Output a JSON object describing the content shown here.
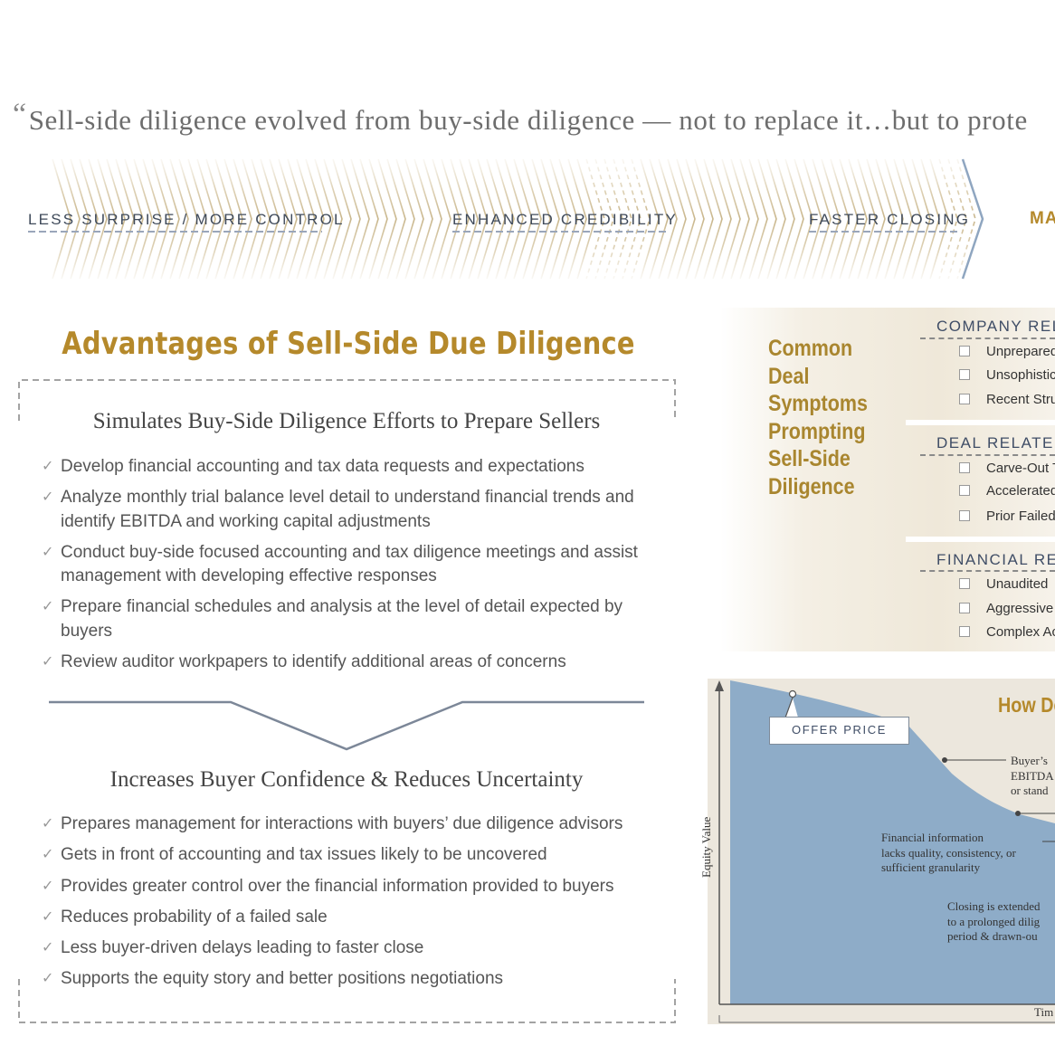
{
  "quote": "Sell-side diligence evolved from buy-side diligence — not to replace it…but to prote",
  "benefits": [
    "LESS SURPRISE / MORE CONTROL",
    "ENHANCED CREDIBILITY",
    "FASTER CLOSING",
    "MA"
  ],
  "advantages_title": "Advantages of Sell-Side Due Diligence",
  "section1": {
    "title": "Simulates Buy-Side Diligence Efforts to Prepare Sellers",
    "items": [
      "Develop financial accounting and tax data requests and expectations",
      "Analyze monthly trial balance level detail to understand financial trends and identify EBITDA and working capital adjustments",
      "Conduct buy-side focused accounting and tax diligence meetings and assist management with developing effective responses",
      "Prepare financial schedules and analysis at the level of detail expected by buyers",
      "Review auditor workpapers to identify additional areas of concerns"
    ]
  },
  "section2": {
    "title": "Increases Buyer Confidence & Reduces Uncertainty",
    "items": [
      "Prepares management for interactions with buyers’ due diligence advisors",
      "Gets in front of accounting and tax issues likely to be uncovered",
      "Provides greater control over the financial information provided to buyers",
      "Reduces probability of a failed sale",
      "Less buyer-driven delays leading to faster close",
      "Supports the equity story and better positions negotiations"
    ]
  },
  "check_glyph": "✓",
  "symptoms": {
    "title_lines": [
      "Common",
      "Deal",
      "Symptoms",
      "Prompting",
      "Sell-Side",
      "Diligence"
    ],
    "categories": [
      {
        "name": "COMPANY REL",
        "items": [
          "Unprepared",
          "Unsophistic",
          "Recent Stru"
        ]
      },
      {
        "name": "DEAL RELATED",
        "items": [
          "Carve-Out T",
          "Accelerated",
          "Prior Failed"
        ]
      },
      {
        "name": "FINANCIAL RE",
        "items": [
          "Unaudited",
          "Aggressive",
          "Complex Ac"
        ]
      }
    ]
  },
  "chart": {
    "title": "How De",
    "offer_label": "OFFER PRICE",
    "y_label": "Equity Value",
    "x_label": "Tim",
    "notes": {
      "buyer": [
        "Buyer’s",
        "EBITDA",
        "or stand"
      ],
      "financial": [
        "Financial information",
        "lacks quality, consistency, or",
        "sufficient granularity"
      ],
      "closing": [
        "Closing is extended",
        "to a  prolonged dilig",
        "period & drawn-ou"
      ]
    }
  },
  "colors": {
    "gold": "#b5892b",
    "navy": "#3f4d66",
    "area_fill": "#8eacc8",
    "panel_bg": "#ece7dd"
  }
}
